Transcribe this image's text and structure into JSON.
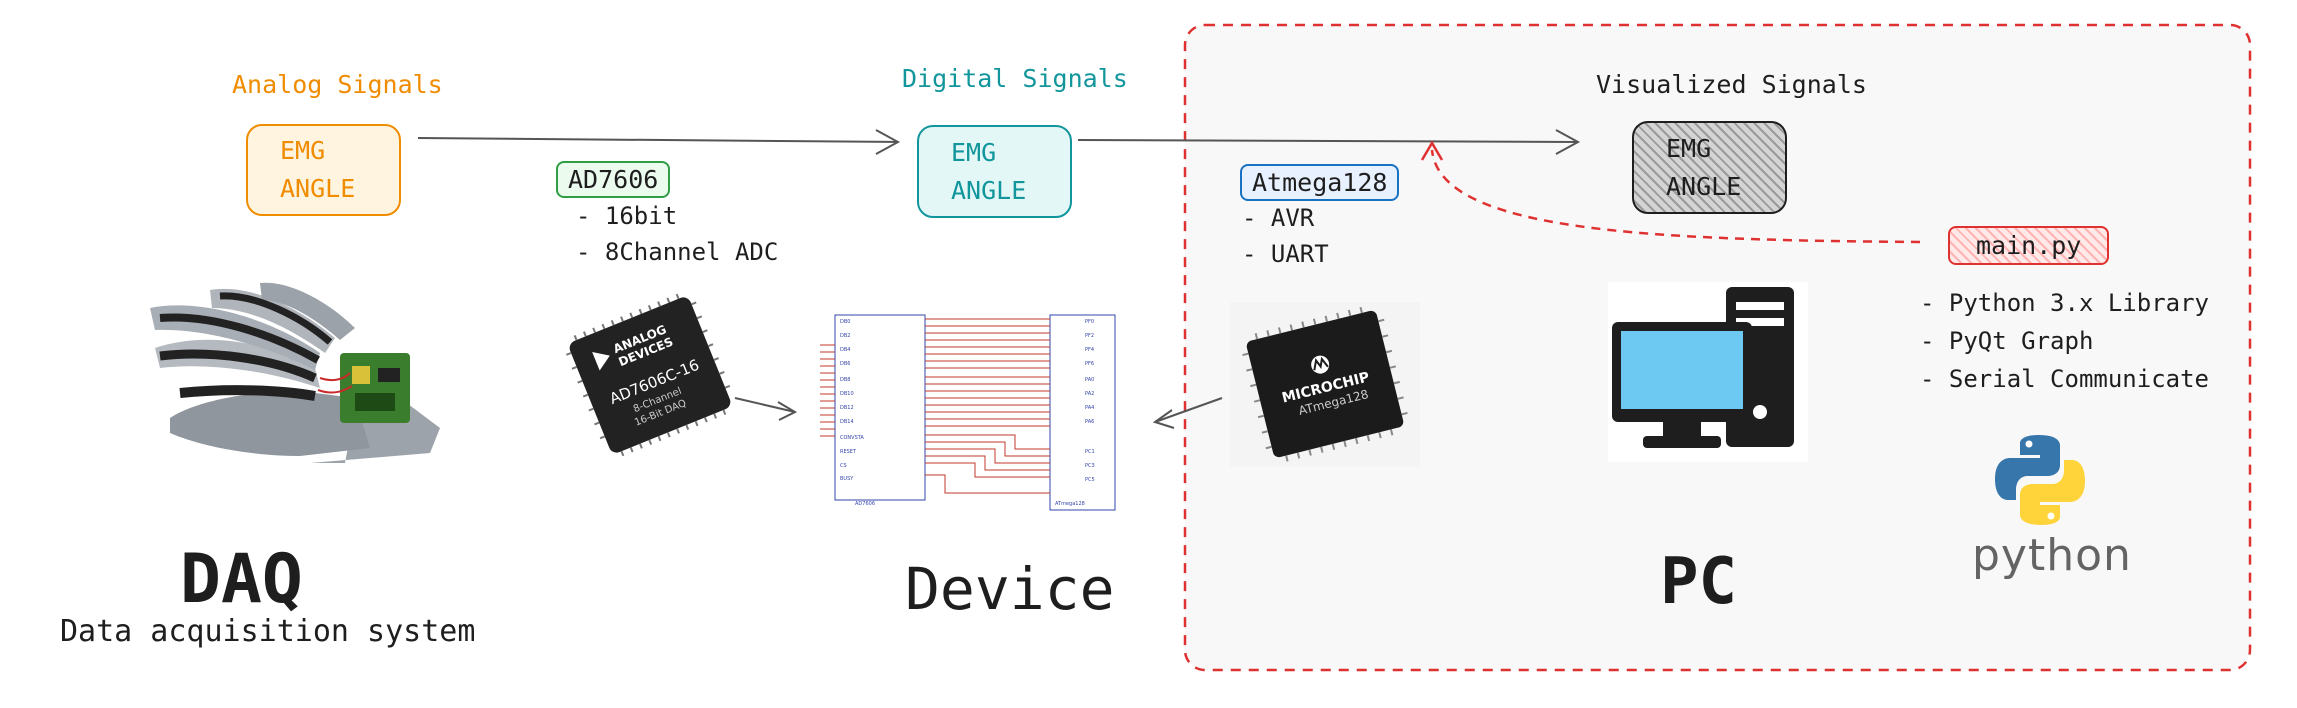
{
  "signals": {
    "analog": {
      "label": "Analog Signals",
      "line1": "EMG",
      "line2": "ANGLE",
      "color": "#f08c00",
      "fill": "#fff4e0"
    },
    "digital": {
      "label": "Digital Signals",
      "line1": "EMG",
      "line2": "ANGLE",
      "color": "#12969c",
      "fill": "#e3f7f7"
    },
    "visualized": {
      "label": "Visualized Signals",
      "line1": "EMG",
      "line2": "ANGLE",
      "color": "#1e1e1e",
      "fill": "#bdbdbd"
    }
  },
  "adc": {
    "name": "AD7606",
    "features": [
      "- 16bit",
      "- 8Channel ADC"
    ],
    "chip_brand": "ANALOG DEVICES",
    "chip_model": "AD7606C-16",
    "chip_sub1": "8-Channel",
    "chip_sub2": "16-Bit DAQ"
  },
  "mcu": {
    "name": "Atmega128",
    "features": [
      "- AVR",
      "- UART"
    ],
    "chip_brand": "MICROCHIP",
    "chip_model": "ATmega128"
  },
  "software": {
    "name": "main.py",
    "features": [
      "- Python 3.x Library",
      "- PyQt Graph",
      "- Serial Communicate"
    ],
    "logo_text": "python"
  },
  "sections": {
    "daq_title": "DAQ",
    "daq_subtitle": "Data acquisition system",
    "device_title": "Device",
    "pc_title": "PC"
  },
  "colors": {
    "pc_border": "#e03131",
    "adc_border": "#2f9e44",
    "mcu_border": "#1971c2",
    "main_border": "#e03131",
    "arrow": "#555555"
  }
}
